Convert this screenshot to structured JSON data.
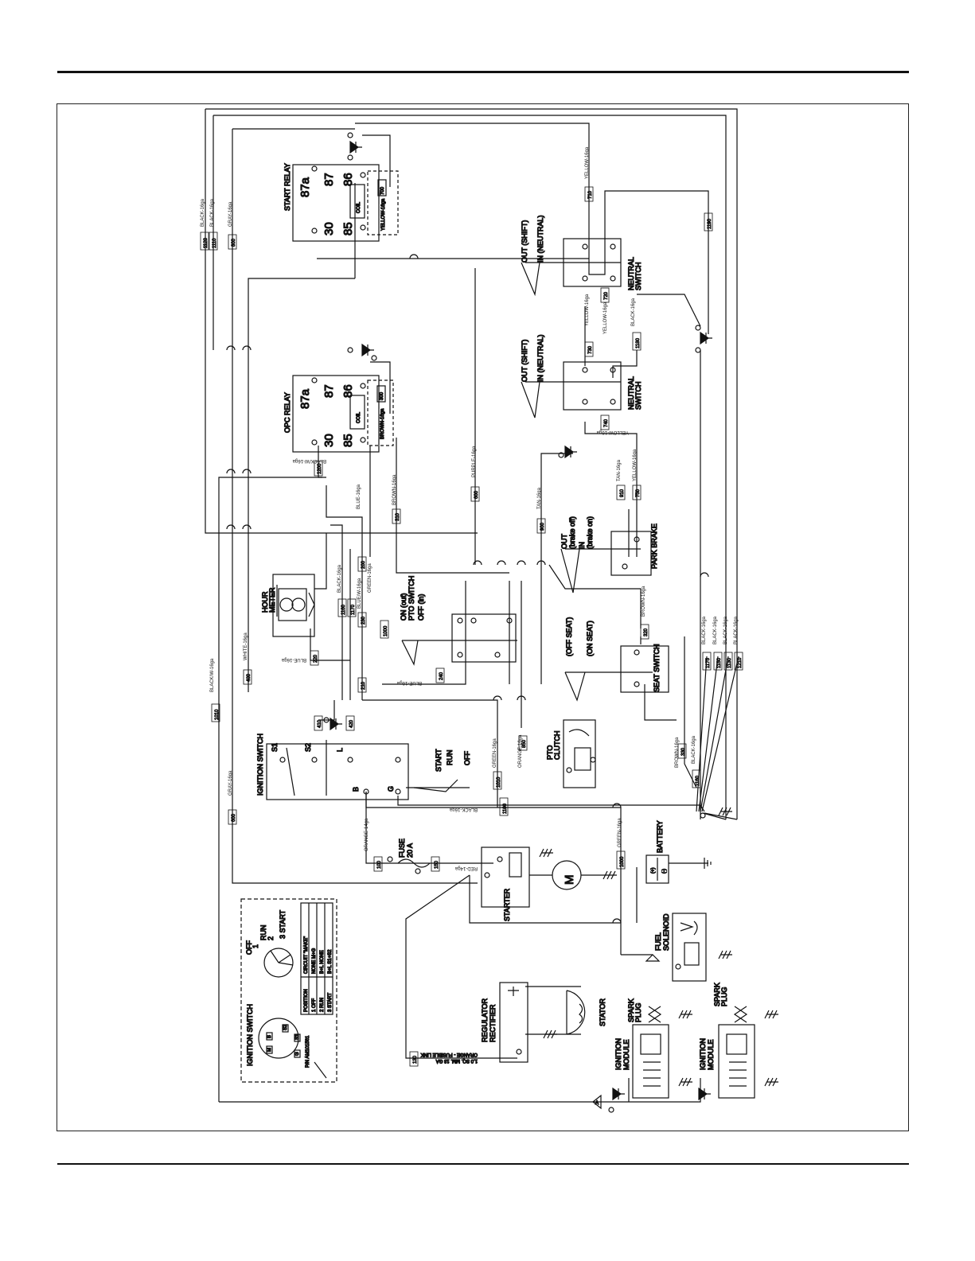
{
  "diagram": {
    "start_relay": {
      "title": "START RELAY",
      "t87a": "87a",
      "t87": "87",
      "t30": "30",
      "t85": "85",
      "t86": "86",
      "coil": "COIL",
      "n700": "700",
      "w700": "YELLOW-16ga"
    },
    "opc_relay": {
      "title": "OPC RELAY",
      "t87a": "87a",
      "t87": "87",
      "t30": "30",
      "t85": "85",
      "t86": "86",
      "coil": "COIL",
      "n300": "300",
      "w300": "BROWN-16ga"
    },
    "neutral_switch_1": {
      "title1": "NEUTRAL",
      "title2": "SWITCH",
      "out": "OUT (SHIFT)",
      "in": "IN (NEUTRAL)"
    },
    "neutral_switch_2": {
      "title1": "NEUTRAL",
      "title2": "SWITCH",
      "out": "OUT (SHIFT)",
      "in": "IN (NEUTRAL)"
    },
    "hour_meter": {
      "title1": "HOUR",
      "title2": "METER"
    },
    "pto_switch": {
      "title": "PTO SWITCH",
      "on": "ON (out)",
      "off": "OFF (in)"
    },
    "park_brake": {
      "title": "PARK BRAKE",
      "out": "OUT",
      "brake_off": "(brake off)",
      "in": "IN",
      "brake_on": "(brake on)"
    },
    "seat_switch": {
      "title": "SEAT SWITCH",
      "off_seat": "(OFF SEAT)",
      "on_seat": "(ON SEAT)"
    },
    "ignition_switch": {
      "title": "IGNITION SWITCH",
      "s1": "S1",
      "s2": "S2",
      "l": "L",
      "b": "B",
      "g": "G",
      "start": "START",
      "run": "RUN",
      "off": "OFF"
    },
    "pto_clutch": {
      "title1": "PTO",
      "title2": "CLUTCH"
    },
    "fuse": {
      "title": "FUSE",
      "rating": "20 A"
    },
    "starter": {
      "title": "STARTER",
      "motor": "M"
    },
    "battery": {
      "title": "BATTERY",
      "plus": "(+)",
      "minus": "(-)"
    },
    "fuel_solenoid": {
      "title1": "FUEL",
      "title2": "SOLENOID"
    },
    "regulator": {
      "title1": "REGULATOR",
      "title2": "RECTIFIER"
    },
    "stator": {
      "title": "STATOR"
    },
    "ignition_module": {
      "title1": "IGNITION",
      "title2": "MODULE"
    },
    "spark_plug": {
      "title1": "SPARK",
      "title2": "PLUG"
    },
    "fusible_link": {
      "line1": "ORANGE - FUSIBLE LINK",
      "line2": "1.0 SQ. MM. 18 GA"
    },
    "splice_a": "A",
    "wires": {
      "w1120": "1120",
      "w1110": "1110",
      "w800": "800",
      "w710": "710",
      "w1190": "1190",
      "w720": "720",
      "w730": "730",
      "w1180": "1180",
      "w740": "740",
      "w750": "750",
      "w910": "910",
      "w900": "900",
      "w600": "600",
      "w310": "310",
      "w1200": "1200",
      "w1160": "1160",
      "w1170": "1170",
      "w200": "200",
      "w230": "230",
      "w220": "220",
      "w400": "400",
      "w1000": "1000",
      "w240": "240",
      "w210": "210",
      "w320": "320",
      "w1175": "1175",
      "w1150": "1150",
      "w1130": "1130",
      "w1210": "1210",
      "w410": "410",
      "w420": "420",
      "w1010": "1010",
      "w1100": "1100",
      "w850": "850",
      "w330": "330",
      "w1160b": "1160",
      "w100": "100",
      "w150": "150",
      "w1000b": "1000",
      "w130": "130"
    },
    "wire_colors": {
      "black": "BLACK-16ga",
      "gray": "GRAY-16ga",
      "yellow": "YELLOW-16ga",
      "purple": "PURPLE-16ga",
      "brown": "BROWN-16ga",
      "tan": "TAN-16ga",
      "blue": "BLUE-16ga",
      "green": "GREEN-16ga",
      "white": "WHITE-16ga",
      "orange": "ORANGE-16ga",
      "red": "RED-14ga",
      "orange14": "ORANGE-14ga",
      "blackw": "BLACK/W-16ga",
      "bluew": "BLUE/W-16ga",
      "yellowb": "YELLOW-16ga"
    }
  },
  "inset": {
    "title": "IGNITION SWITCH",
    "off": "OFF",
    "p1": "1",
    "run": "RUN",
    "p2": "2",
    "start": "3 START",
    "pn": "P/N AM101561",
    "term_m": "M",
    "term_b": "B",
    "term_s2": "S2",
    "term_g": "G",
    "term_s1": "S1",
    "table": {
      "headers": [
        "POSITION",
        "CIRCUIT \"MAKE\""
      ],
      "rows": [
        [
          "1 OFF",
          "NONE M+G"
        ],
        [
          "2 RUN",
          "B+L  NONE"
        ],
        [
          "3 START",
          "B+L  S1+S2"
        ]
      ]
    }
  }
}
